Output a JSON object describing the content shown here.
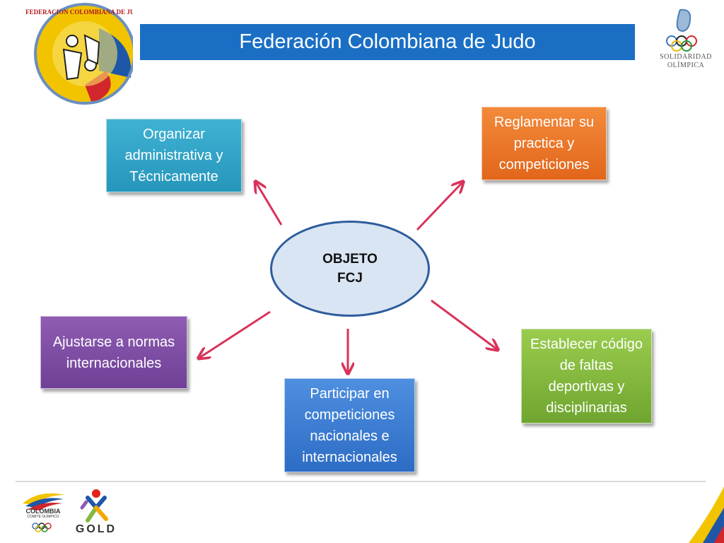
{
  "header": {
    "title": "Federación Colombiana de Judo"
  },
  "logos": {
    "top_left_text": "FEDERACION COLOMBIANA DE JUDO",
    "top_right_line1": "SOLIDARIDAD",
    "top_right_line2": "OLÍMPICA",
    "bottom_left_text": "COLOMBIA",
    "bottom_left_subtext": "COMITÉ OLÍMPICO",
    "bottom_right_text": "GOLD"
  },
  "diagram": {
    "center_line1": "OBJETO",
    "center_line2": "FCJ",
    "nodes": {
      "organizar": "Organizar administrativa y Técnicamente",
      "reglamentar": "Reglamentar su practica y competiciones",
      "ajustarse": "Ajustarse a normas internacionales",
      "participar": "Participar en competiciones nacionales e internacionales",
      "establecer": "Establecer código de faltas deportivas y disciplinarias"
    }
  },
  "colors": {
    "title_bar": "#1a6fc4",
    "arrow": "#d9325a",
    "teal": "#2fa3c6",
    "orange": "#ea7428",
    "purple": "#7d4ca4",
    "blue": "#3a7cd3",
    "green": "#84b83e"
  }
}
